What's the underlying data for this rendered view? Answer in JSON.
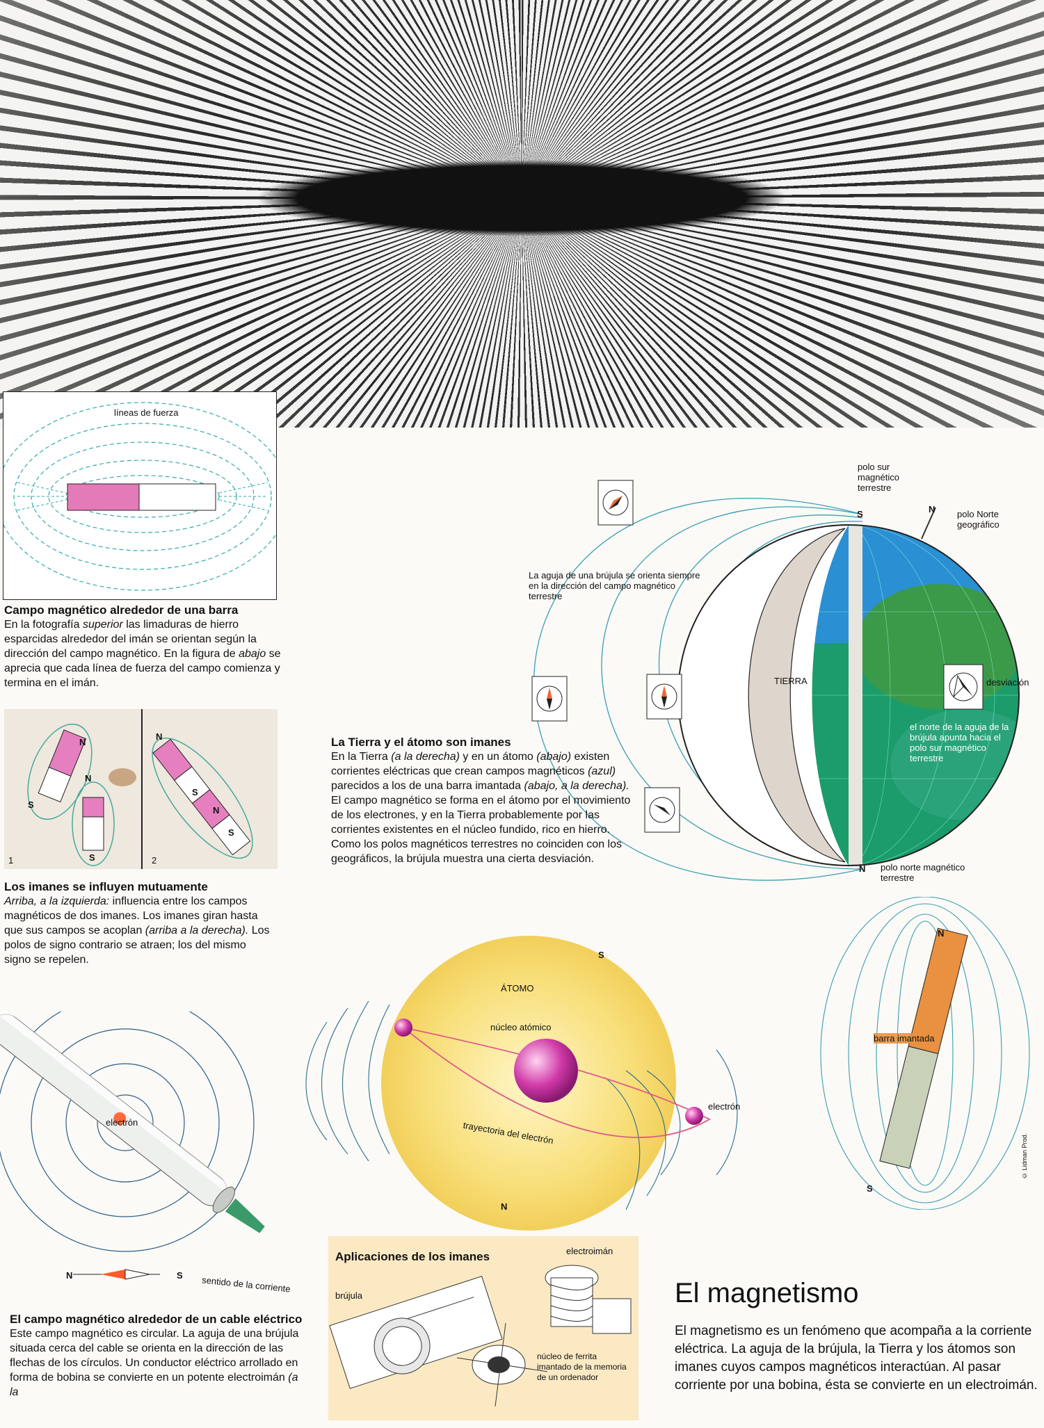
{
  "hero": {
    "alt": ""
  },
  "field_diagram": {
    "label": "líneas de fuerza"
  },
  "bar_field": {
    "title": "Campo magnético alrededor de una barra",
    "p1": "En la fotografía ",
    "p1_em": "superior",
    "p2": " las limaduras de hierro esparcidas alrededor del imán se orientan según la dirección del campo magnético. En la figura de ",
    "p2_em": "abajo",
    "p3": " se aprecia que cada línea de fuerza del campo comienza y termina en el imán."
  },
  "magnets_photo": {
    "panel1": "1",
    "panel2": "2",
    "n": "N",
    "s": "S"
  },
  "influence": {
    "title": "Los imanes se influyen mutuamente",
    "em1": "Arriba, a la izquierda:",
    "t1": " influencia entre los campos magnéticos de dos imanes. Los imanes giran hasta que sus campos se acoplan ",
    "em2": "(arriba a la derecha).",
    "t2": " Los polos de signo contrario se atraen; los del mismo signo se repelen."
  },
  "earth": {
    "polo_sur": "polo sur magnético terrestre",
    "polo_norte_geo": "polo Norte geográfico",
    "s": "S",
    "n": "N",
    "ng": "N",
    "tierra": "TIERRA",
    "desviacion": "desviación",
    "aguja": "La aguja de una brújula se orienta siempre en la dirección del campo magnético terrestre",
    "norte_aguja": "el norte de la aguja de la brújula apunta hacia el polo sur magnético terrestre",
    "polo_norte_mag": "polo norte magnético terrestre"
  },
  "earth_atom": {
    "title": "La Tierra y el átomo son imanes",
    "t1": "En la Tierra ",
    "em1": "(a la derecha)",
    "t2": " y en un átomo ",
    "em2": "(abajo)",
    "t3": " existen corrientes eléctricas que crean campos magnéticos ",
    "em3": "(azul)",
    "t4": " parecidos a los de una barra imantada ",
    "em4": "(abajo, a la derecha).",
    "t5": "El campo magnético se forma en el átomo por el movimiento de los electrones, y en la Tierra probablemente por las corrientes existentes en el núcleo fundido, rico en hierro. Como los polos magnéticos terrestres no coinciden con los geográficos, la brújula muestra una cierta desviación."
  },
  "atom": {
    "title": "ÁTOMO",
    "s": "S",
    "n": "N",
    "nucleo": "núcleo atómico",
    "electron": "electrón",
    "trayectoria": "trayectoria del electrón"
  },
  "bar_magnet": {
    "label": "barra imantada",
    "n": "N",
    "s": "S",
    "credit": "© Lidman Prod."
  },
  "cable": {
    "electron": "electrón",
    "sentido": "sentido de la corriente",
    "n": "N",
    "s": "S",
    "title": "El campo magnético alrededor de un cable eléctrico",
    "body": "Este campo magnético es circular. La aguja de una brújula situada cerca del cable se orienta en la dirección de las flechas de los círculos. Un conductor eléctrico arrollado en forma de bobina se convierte en un potente electroimán ",
    "em": "(a la"
  },
  "applications": {
    "title": "Aplicaciones de los imanes",
    "electroiman": "electroimán",
    "brujula": "brújula",
    "nucleo": "núcleo de ferrita imantado de la memoria de un ordenador"
  },
  "article": {
    "title": "El magnetismo",
    "body": "El magnetismo es un fenómeno que acompaña a la corriente eléctrica. La aguja de la brújula, la Tierra y los átomos son imanes cuyos campos magnéticos interactúan. Al pasar corriente por una bobina, ésta se convierte en un electroimán."
  }
}
